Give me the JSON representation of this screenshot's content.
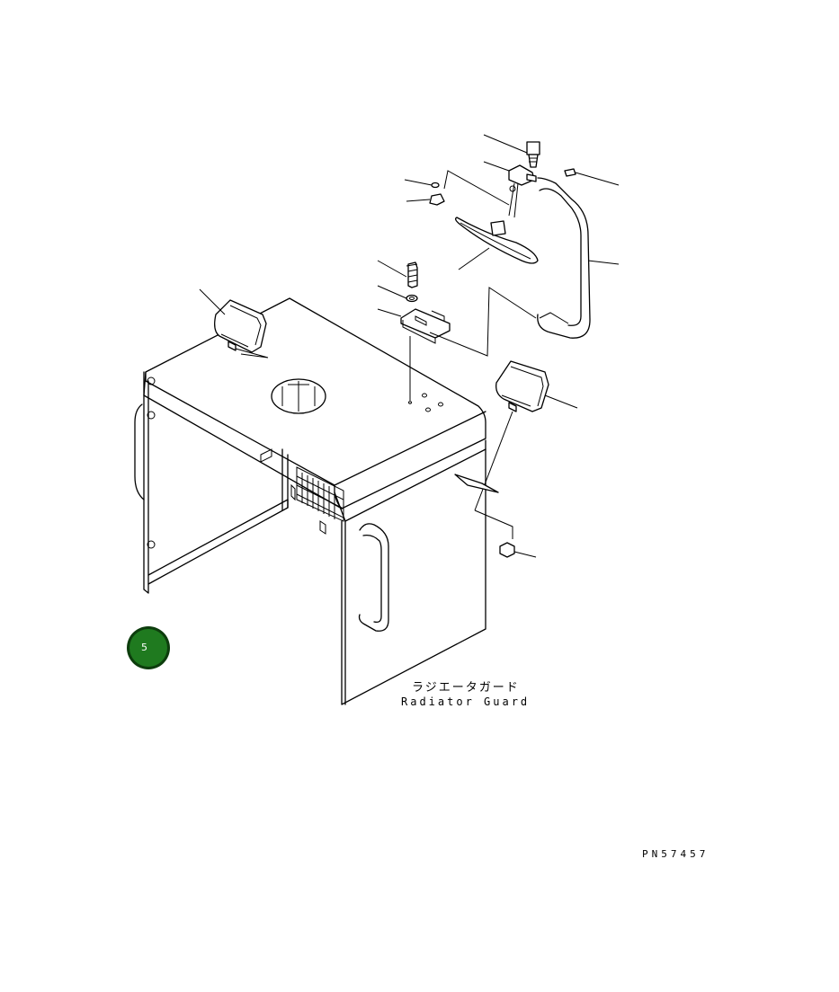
{
  "caption": {
    "japanese": "ラジエータガード",
    "english": "Radiator Guard"
  },
  "part_number": "PN57457",
  "badge": {
    "label": "5",
    "color": "#1f7a1f"
  }
}
